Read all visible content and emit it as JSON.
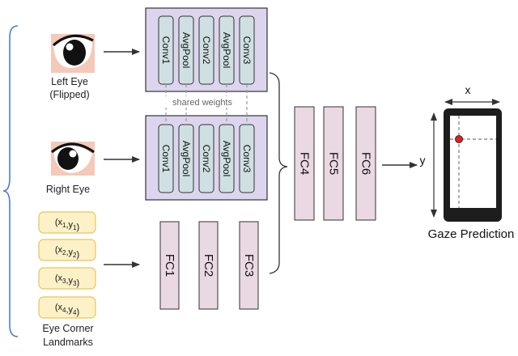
{
  "left_brace_color": "#4a7fd0",
  "colors": {
    "conv_block_fill": "#ddd5ee",
    "conv_layer_fill": "#cfe0e3",
    "fc_fill": "#ead8e2",
    "landmark_fill": "#fdf1c8",
    "landmark_stroke": "#e7c55a",
    "eye_skin": "#f4c9b8",
    "gaze_point": "#e02020"
  },
  "inputs": {
    "left_eye_label_line1": "Left Eye",
    "left_eye_label_line2": "(Flipped)",
    "right_eye_label": "Right Eye",
    "landmarks_label_line1": "Eye Corner",
    "landmarks_label_line2": "Landmarks"
  },
  "landmarks": [
    {
      "x": "x",
      "xsub": "1",
      "y": "y",
      "ysub": "1"
    },
    {
      "x": "x",
      "xsub": "2",
      "y": "y",
      "ysub": "2"
    },
    {
      "x": "x",
      "xsub": "3",
      "y": "y",
      "ysub": "3"
    },
    {
      "x": "x",
      "xsub": "4",
      "y": "y",
      "ysub": "4"
    }
  ],
  "conv_layers": [
    "Conv1",
    "AvgPool",
    "Conv2",
    "AvgPool",
    "Conv3"
  ],
  "shared_weights_label": "shared weights",
  "fc_landmark_layers": [
    "FC1",
    "FC2",
    "FC3"
  ],
  "fc_merge_layers": [
    "FC4",
    "FC5",
    "FC6"
  ],
  "output": {
    "label": "Gaze Prediction",
    "x_axis": "x",
    "y_axis": "y"
  }
}
